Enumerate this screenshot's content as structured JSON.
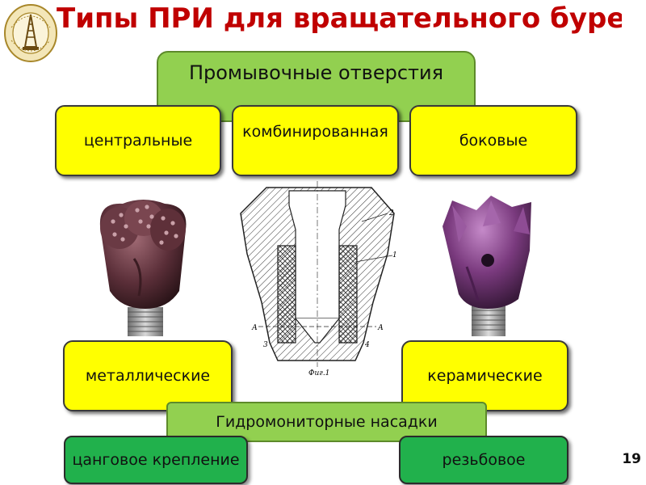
{
  "title": "Типы ПРИ для вращательного бурения",
  "top_box": "Промывочные отверстия",
  "hole_types": [
    "центральные",
    "комбинированная",
    "боковые"
  ],
  "nozzle_materials": [
    "металлические",
    "керамические"
  ],
  "nozzles_label": "Гидромониторные насадки",
  "mounting": [
    "цанговое крепление",
    "резьбовое"
  ],
  "page_number": "19",
  "drawing_labels": {
    "ref_2": "2",
    "ref_1": "1",
    "ref_A_left": "А",
    "ref_A_right": "А",
    "ref_3": "3",
    "ref_4": "4",
    "caption": "Фиг.1"
  },
  "colors": {
    "title": "#c00000",
    "light_green": "#92d050",
    "yellow": "#ffff00",
    "dark_green": "#21b14c"
  }
}
